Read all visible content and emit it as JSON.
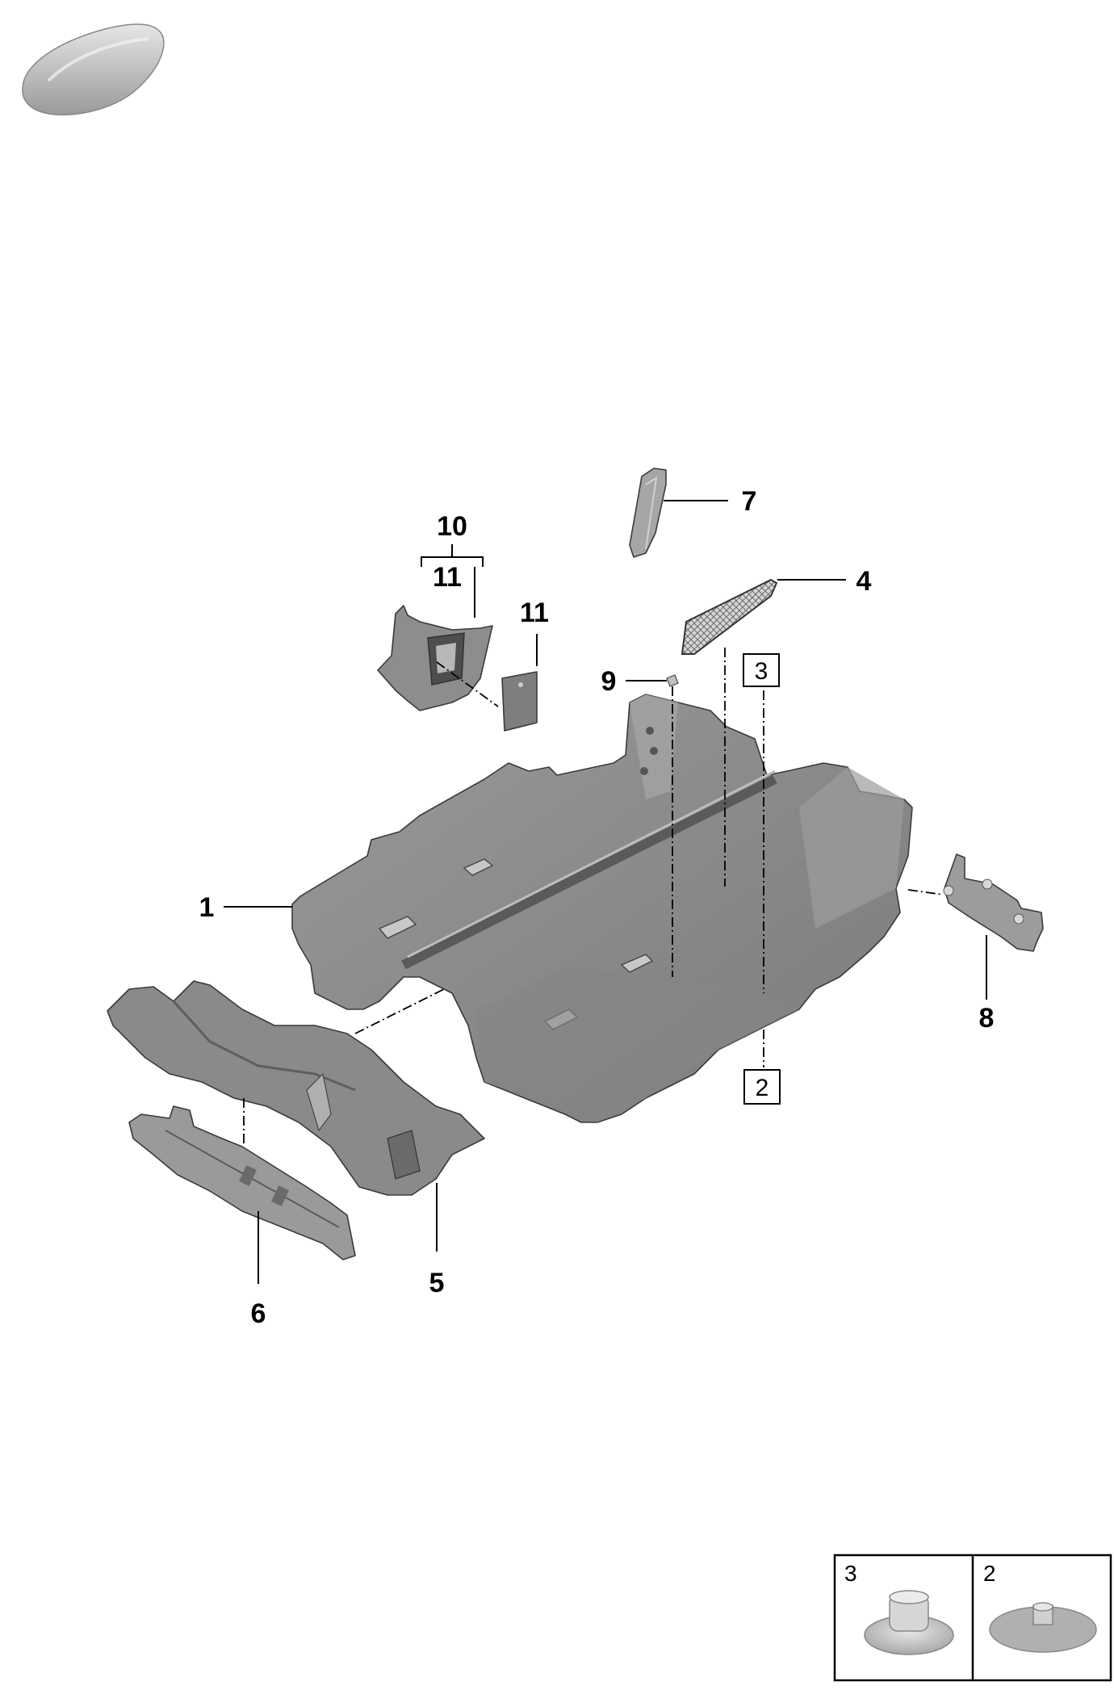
{
  "callouts": {
    "c1": "1",
    "c2": "2",
    "c3": "3",
    "c4": "4",
    "c5": "5",
    "c6": "6",
    "c7": "7",
    "c8": "8",
    "c9": "9",
    "c10": "10",
    "c11a": "11",
    "c11b": "11"
  },
  "inset": {
    "left_label": "3",
    "right_label": "2"
  },
  "colors": {
    "part_fill": "#8c8c8c",
    "part_dark": "#6e6e6e",
    "part_light": "#b4b4b4",
    "mesh": "#c8c8c8",
    "fastener": "#d4d4d4"
  }
}
